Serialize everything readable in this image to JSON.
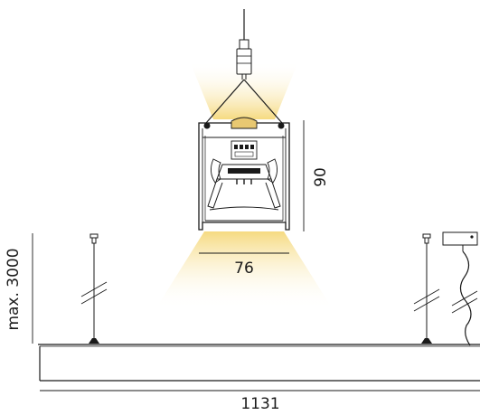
{
  "dimensions": {
    "profile_height": "90",
    "profile_width": "76",
    "length": "1131",
    "suspension_height": "max. 3000"
  },
  "colors": {
    "line": "#1a1a1a",
    "light": "#f5d87a",
    "light_fade": "#ffffff",
    "cap": "#e8c872"
  }
}
